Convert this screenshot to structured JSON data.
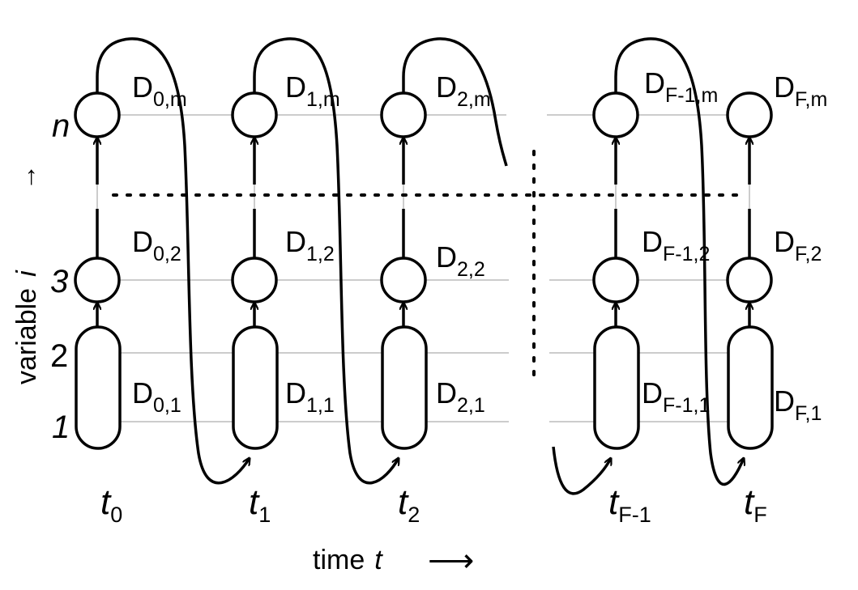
{
  "axes": {
    "y_label_word": "variable",
    "y_label_var": "i",
    "y_arrow": "→",
    "x_label_word": "time",
    "x_label_var": "t",
    "x_arrow": "⟶",
    "row_labels": {
      "n": "n",
      "three": "3",
      "two": "2",
      "one": "1"
    }
  },
  "columns": [
    {
      "t_main": "t",
      "t_sub": "0",
      "d_m_main": "D",
      "d_m_sub": "0,m",
      "d_2_main": "D",
      "d_2_sub": "0,2",
      "d_1_main": "D",
      "d_1_sub": "0,1"
    },
    {
      "t_main": "t",
      "t_sub": "1",
      "d_m_main": "D",
      "d_m_sub": "1,m",
      "d_2_main": "D",
      "d_2_sub": "1,2",
      "d_1_main": "D",
      "d_1_sub": "1,1"
    },
    {
      "t_main": "t",
      "t_sub": "2",
      "d_m_main": "D",
      "d_m_sub": "2,m",
      "d_2_main": "D",
      "d_2_sub": "2,2",
      "d_1_main": "D",
      "d_1_sub": "2,1"
    },
    {
      "t_main": "t",
      "t_sub": "F-1",
      "d_m_main": "D",
      "d_m_sub": "F-1,m",
      "d_2_main": "D",
      "d_2_sub": "F-1,2",
      "d_1_main": "D",
      "d_1_sub": "F-1,1"
    },
    {
      "t_main": "t",
      "t_sub": "F",
      "d_m_main": "D",
      "d_m_sub": "F,m",
      "d_2_main": "D",
      "d_2_sub": "F,2",
      "d_1_main": "D",
      "d_1_sub": "F,1"
    }
  ],
  "colors": {
    "stroke": "#000000",
    "grid": "#9a9a9a"
  }
}
